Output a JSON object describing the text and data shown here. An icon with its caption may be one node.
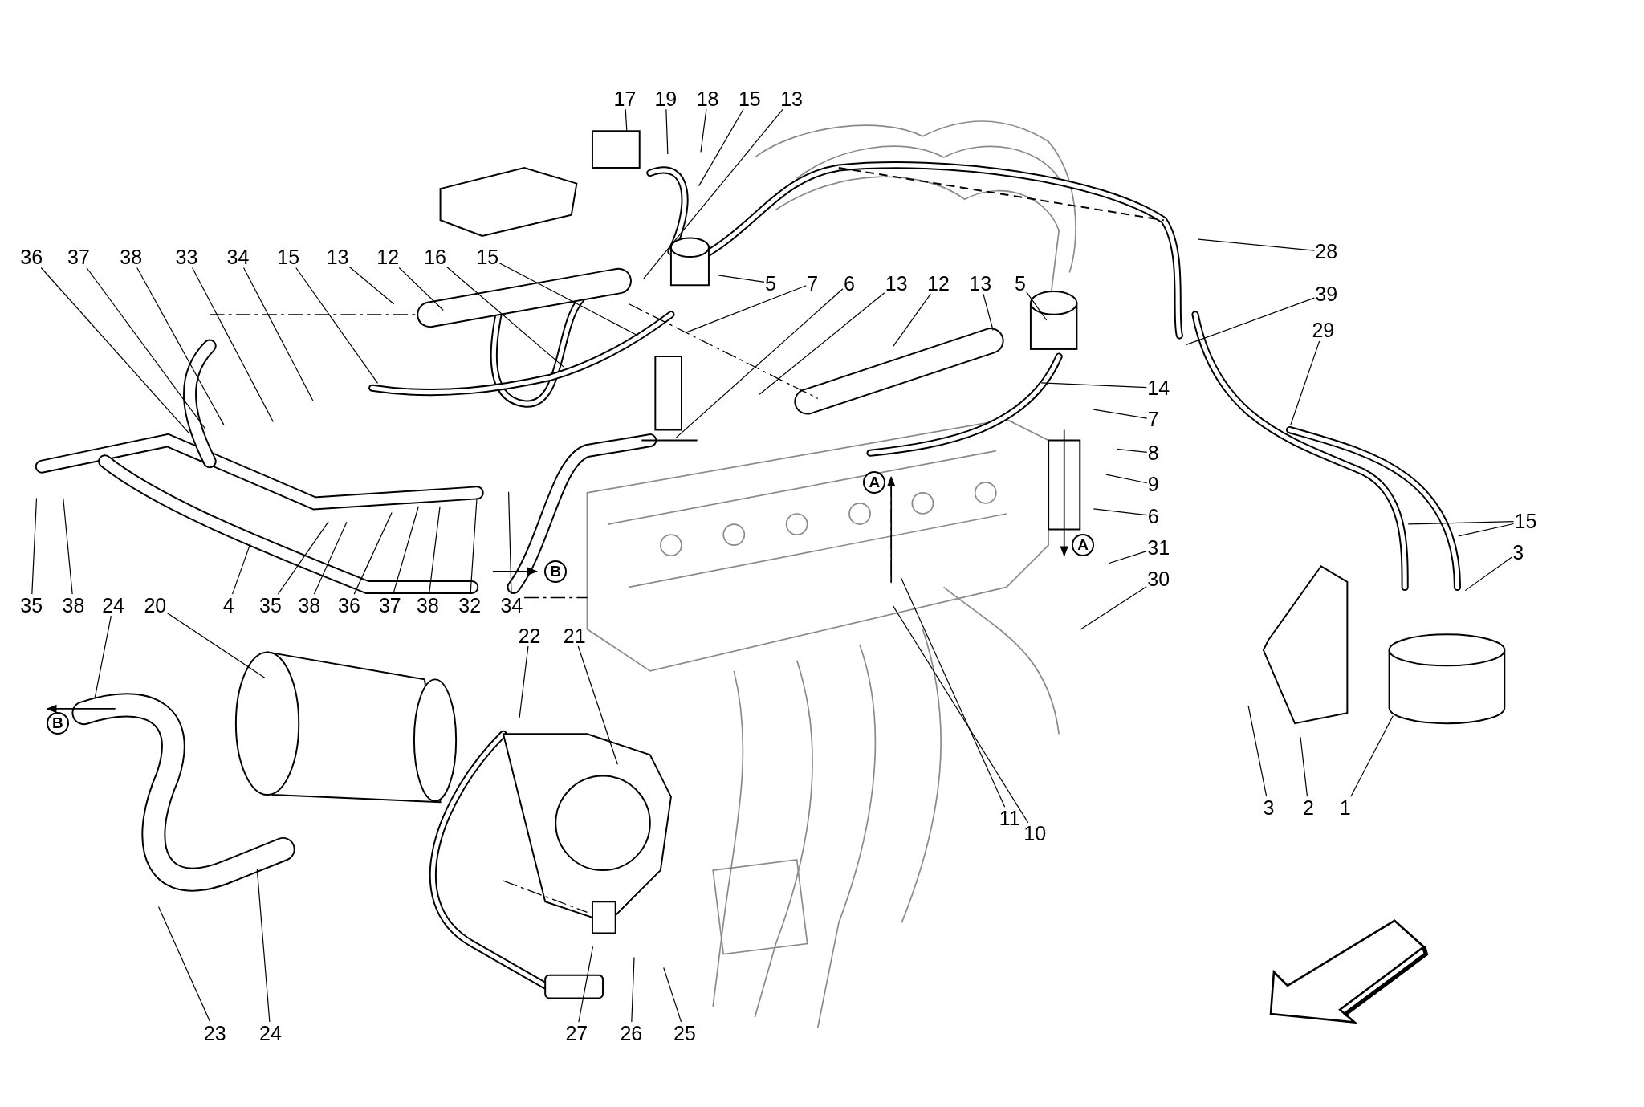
{
  "diagram": {
    "nodes": [
      {
        "text": [
          "17"
        ]
      },
      {
        "text": [
          "19"
        ]
      },
      {
        "text": [
          "18"
        ]
      },
      {
        "text": [
          "15"
        ]
      },
      {
        "text": [
          "13"
        ]
      },
      {
        "text": [
          "36"
        ]
      },
      {
        "text": [
          "37"
        ]
      },
      {
        "text": [
          "38"
        ]
      },
      {
        "text": [
          "33"
        ]
      },
      {
        "text": [
          "34"
        ]
      },
      {
        "text": [
          "15"
        ]
      },
      {
        "text": [
          "13"
        ]
      },
      {
        "text": [
          "12"
        ]
      },
      {
        "text": [
          "16"
        ]
      },
      {
        "text": [
          "15"
        ]
      },
      {
        "text": [
          "5"
        ]
      },
      {
        "text": [
          "7"
        ]
      },
      {
        "text": [
          "6"
        ]
      },
      {
        "text": [
          "13"
        ]
      },
      {
        "text": [
          "12"
        ]
      },
      {
        "text": [
          "13"
        ]
      },
      {
        "text": [
          "5"
        ]
      },
      {
        "text": [
          "28"
        ]
      },
      {
        "text": [
          "39"
        ]
      },
      {
        "text": [
          "29"
        ]
      },
      {
        "text": [
          "14"
        ]
      },
      {
        "text": [
          "7"
        ]
      },
      {
        "text": [
          "8"
        ]
      },
      {
        "text": [
          "9"
        ]
      },
      {
        "text": [
          "6"
        ]
      },
      {
        "text": [
          "15"
        ]
      },
      {
        "text": [
          "3"
        ]
      },
      {
        "text": [
          "31"
        ]
      },
      {
        "text": [
          "30"
        ]
      },
      {
        "text": [
          "35"
        ]
      },
      {
        "text": [
          "38"
        ]
      },
      {
        "text": [
          "24"
        ]
      },
      {
        "text": [
          "20"
        ]
      },
      {
        "text": [
          "4"
        ]
      },
      {
        "text": [
          "35"
        ]
      },
      {
        "text": [
          "38"
        ]
      },
      {
        "text": [
          "36"
        ]
      },
      {
        "text": [
          "37"
        ]
      },
      {
        "text": [
          "38"
        ]
      },
      {
        "text": [
          "32"
        ]
      },
      {
        "text": [
          "34"
        ]
      },
      {
        "text": [
          "22"
        ]
      },
      {
        "text": [
          "21"
        ]
      },
      {
        "text": [
          "3"
        ]
      },
      {
        "text": [
          "2"
        ]
      },
      {
        "text": [
          "1"
        ]
      },
      {
        "text": [
          "11"
        ]
      },
      {
        "text": [
          "10"
        ]
      },
      {
        "text": [
          "23"
        ]
      },
      {
        "text": [
          "24"
        ]
      },
      {
        "text": [
          "27"
        ]
      },
      {
        "text": [
          "26"
        ]
      },
      {
        "text": [
          "25"
        ]
      }
    ],
    "edges": [
      {
        "from": 0,
        "to": null,
        "arrow": "none"
      },
      {
        "from": 1,
        "to": null,
        "arrow": "none"
      },
      {
        "from": 2,
        "to": null,
        "arrow": "none"
      },
      {
        "from": 3,
        "to": null,
        "arrow": "none"
      },
      {
        "from": 4,
        "to": null,
        "arrow": "none"
      },
      {
        "from": 5,
        "to": null,
        "arrow": "none"
      },
      {
        "from": 6,
        "to": null,
        "arrow": "none"
      },
      {
        "from": 7,
        "to": null,
        "arrow": "none"
      },
      {
        "from": 8,
        "to": null,
        "arrow": "none"
      },
      {
        "from": 9,
        "to": null,
        "arrow": "none"
      },
      {
        "from": 10,
        "to": null,
        "arrow": "none"
      },
      {
        "from": 11,
        "to": null,
        "arrow": "none"
      },
      {
        "from": 12,
        "to": null,
        "arrow": "none"
      },
      {
        "from": 13,
        "to": null,
        "arrow": "none"
      },
      {
        "from": 14,
        "to": null,
        "arrow": "none"
      },
      {
        "from": 15,
        "to": null,
        "arrow": "none"
      },
      {
        "from": 16,
        "to": null,
        "arrow": "none"
      },
      {
        "from": 17,
        "to": null,
        "arrow": "none"
      },
      {
        "from": 18,
        "to": null,
        "arrow": "none"
      },
      {
        "from": 19,
        "to": null,
        "arrow": "none"
      },
      {
        "from": 20,
        "to": null,
        "arrow": "none"
      },
      {
        "from": 21,
        "to": null,
        "arrow": "none"
      },
      {
        "from": 22,
        "to": null,
        "arrow": "none"
      },
      {
        "from": 23,
        "to": null,
        "arrow": "none"
      },
      {
        "from": 24,
        "to": null,
        "arrow": "none"
      },
      {
        "from": 25,
        "to": null,
        "arrow": "none"
      },
      {
        "from": 26,
        "to": null,
        "arrow": "none"
      },
      {
        "from": 27,
        "to": null,
        "arrow": "none"
      },
      {
        "from": 28,
        "to": null,
        "arrow": "none"
      },
      {
        "from": 29,
        "to": null,
        "arrow": "none"
      },
      {
        "from": 30,
        "to": null,
        "arrow": "none"
      },
      {
        "from": 31,
        "to": null,
        "arrow": "none"
      },
      {
        "from": 32,
        "to": null,
        "arrow": "none"
      },
      {
        "from": 33,
        "to": null,
        "arrow": "none"
      },
      {
        "from": 34,
        "to": null,
        "arrow": "none"
      },
      {
        "from": 35,
        "to": null,
        "arrow": "none"
      },
      {
        "from": 36,
        "to": null,
        "arrow": "none"
      },
      {
        "from": 37,
        "to": null,
        "arrow": "none"
      },
      {
        "from": 38,
        "to": null,
        "arrow": "none"
      },
      {
        "from": 39,
        "to": null,
        "arrow": "none"
      },
      {
        "from": 40,
        "to": null,
        "arrow": "none"
      },
      {
        "from": 41,
        "to": null,
        "arrow": "none"
      },
      {
        "from": 42,
        "to": null,
        "arrow": "none"
      },
      {
        "from": 43,
        "to": null,
        "arrow": "none"
      },
      {
        "from": 44,
        "to": null,
        "arrow": "none"
      },
      {
        "from": 45,
        "to": null,
        "arrow": "none"
      },
      {
        "from": 46,
        "to": null,
        "arrow": "none"
      },
      {
        "from": 47,
        "to": null,
        "arrow": "none"
      },
      {
        "from": 48,
        "to": null,
        "arrow": "none"
      },
      {
        "from": 49,
        "to": null,
        "arrow": "none"
      },
      {
        "from": 50,
        "to": null,
        "arrow": "none"
      },
      {
        "from": 51,
        "to": null,
        "arrow": "none"
      },
      {
        "from": 52,
        "to": null,
        "arrow": "none"
      },
      {
        "from": 53,
        "to": null,
        "arrow": "none"
      },
      {
        "from": 54,
        "to": null,
        "arrow": "none"
      },
      {
        "from": 55,
        "to": null,
        "arrow": "none"
      },
      {
        "from": 56,
        "to": null,
        "arrow": "none"
      },
      {
        "from": 57,
        "to": null,
        "arrow": "none"
      },
      {
        "from": 30,
        "to": null,
        "arrow": "none"
      }
    ],
    "labels": [
      "A",
      "A",
      "B",
      "B"
    ]
  }
}
